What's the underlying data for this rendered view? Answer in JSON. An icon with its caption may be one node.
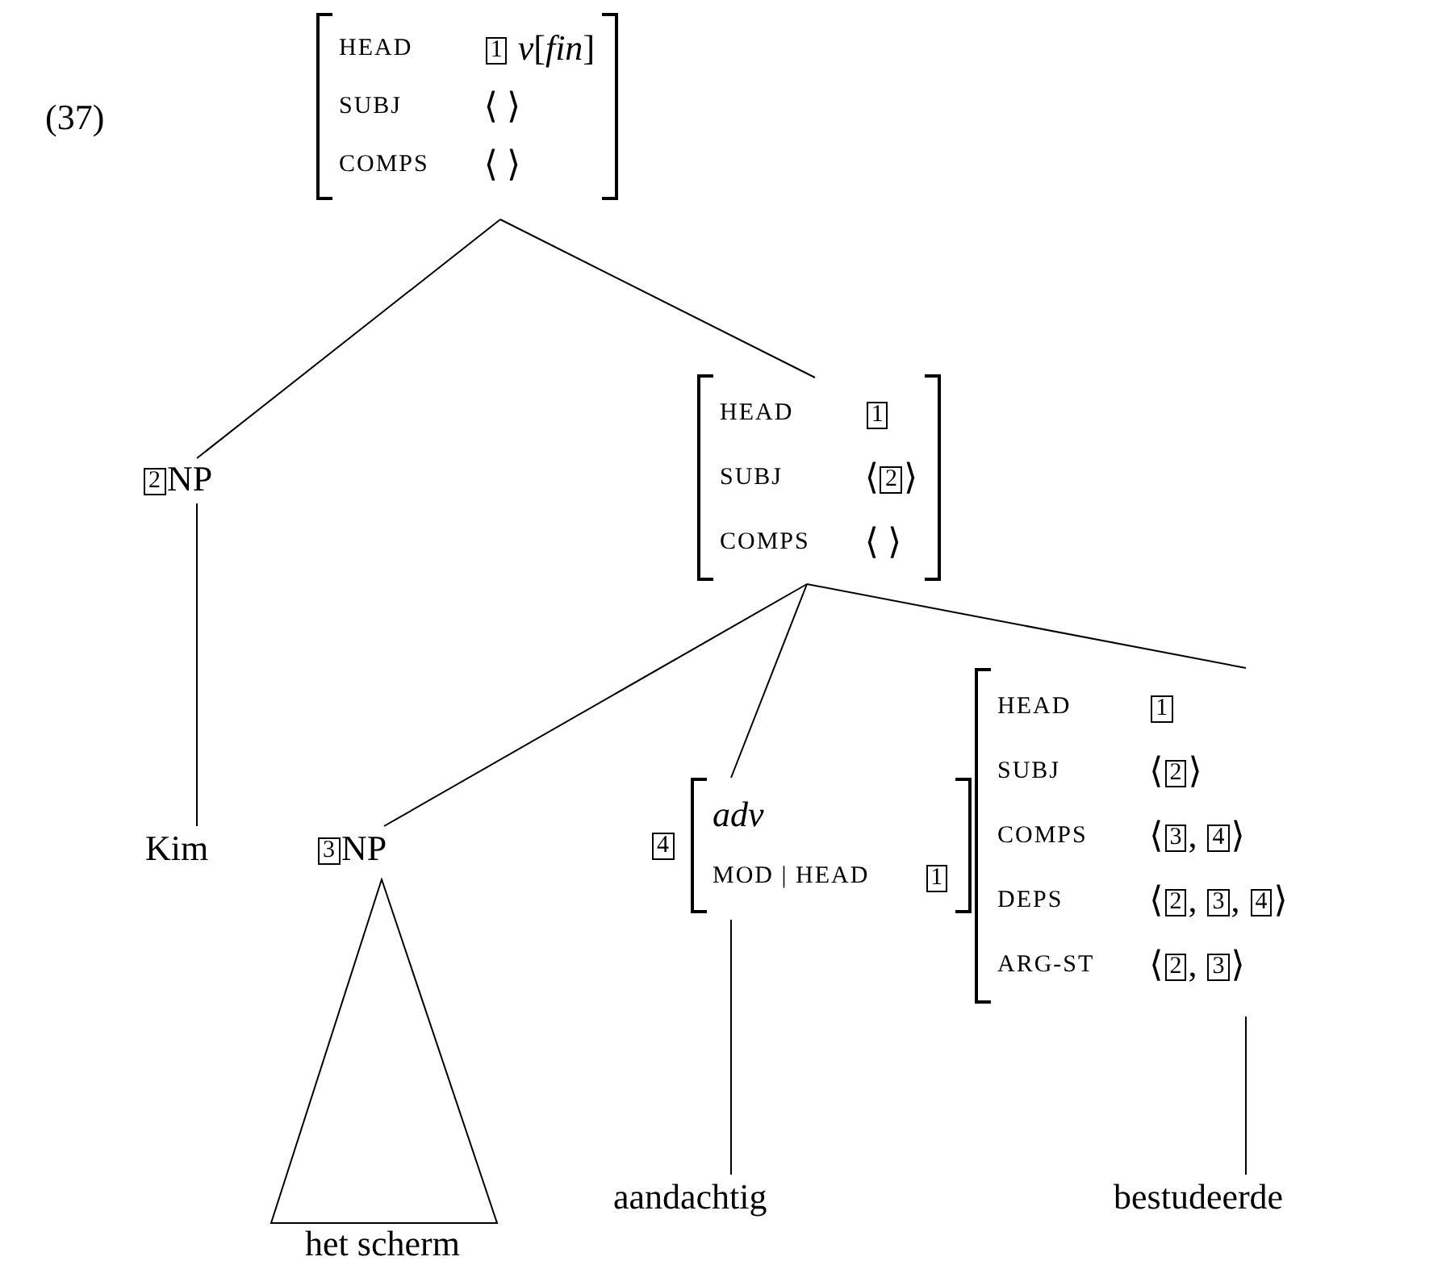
{
  "diagram": {
    "nodes": [
      {
        "text": [
          "HEAD",
          "1 *v*[*fin*]",
          "SUBJ",
          "⟨ ⟩",
          "COMPS",
          "⟨ ⟩"
        ]
      },
      {
        "text": [
          "2NP"
        ]
      },
      {
        "text": [
          "HEAD",
          "1",
          "SUBJ",
          "⟨2⟩",
          "COMPS",
          "⟨ ⟩"
        ]
      },
      {
        "text": [
          "Kim"
        ]
      },
      {
        "text": [
          "3NP"
        ]
      },
      {
        "text": [
          "4",
          "adv",
          "MOD | HEAD",
          "1"
        ]
      },
      {
        "text": [
          "HEAD",
          "1",
          "SUBJ",
          "⟨2⟩",
          "COMPS",
          "⟨3, 4⟩",
          "DEPS",
          "⟨2, 3, 4⟩",
          "ARG-ST",
          "⟨2, 3⟩"
        ]
      },
      {
        "text": [
          "het scherm"
        ]
      },
      {
        "text": [
          "aandachtig"
        ]
      },
      {
        "text": [
          "bestudeerde"
        ]
      }
    ],
    "edges": [
      {
        "from": 0,
        "to": 1,
        "arrow": "none"
      },
      {
        "from": 0,
        "to": 2,
        "arrow": "none"
      },
      {
        "from": 1,
        "to": 3,
        "arrow": "none"
      },
      {
        "from": 2,
        "to": 4,
        "arrow": "none"
      },
      {
        "from": 2,
        "to": 5,
        "arrow": "none"
      },
      {
        "from": 2,
        "to": 6,
        "arrow": "none"
      },
      {
        "from": 5,
        "to": 8,
        "arrow": "none"
      },
      {
        "from": 6,
        "to": 9,
        "arrow": "none"
      }
    ],
    "labels": [
      "(37)"
    ]
  }
}
